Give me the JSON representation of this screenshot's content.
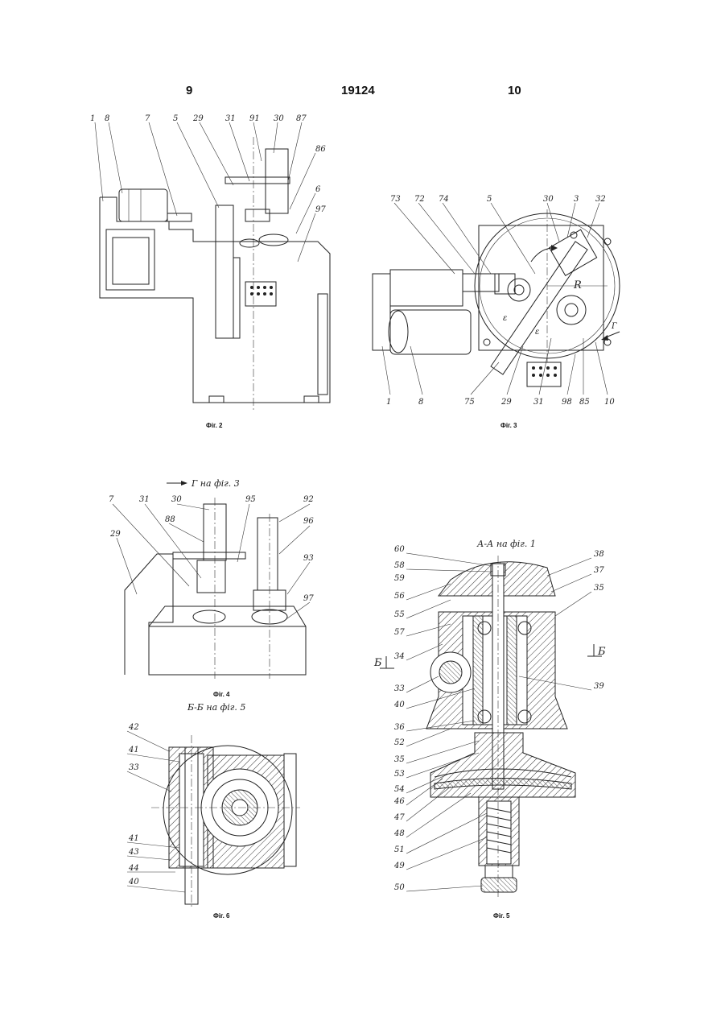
{
  "header": {
    "page_left": "9",
    "patent_number": "19124",
    "page_right": "10"
  },
  "fig2": {
    "caption": "Фіг. 2",
    "labels": [
      "1",
      "8",
      "7",
      "5",
      "29",
      "31",
      "91",
      "30",
      "87",
      "86",
      "6",
      "97"
    ]
  },
  "fig3": {
    "caption": "Фіг. 3",
    "labels": [
      "73",
      "72",
      "74",
      "5",
      "30",
      "3",
      "32",
      "R",
      "ε",
      "ε",
      "Г",
      "1",
      "8",
      "75",
      "29",
      "31",
      "98",
      "85",
      "10"
    ]
  },
  "fig4": {
    "caption": "Фіг. 4",
    "view_note": "Г на фіг. 3",
    "labels": [
      "7",
      "31",
      "30",
      "95",
      "92",
      "96",
      "88",
      "29",
      "93",
      "97"
    ]
  },
  "fig5": {
    "caption": "Фіг. 5",
    "section_title": "А-А на фіг. 1",
    "section_marks": [
      "Б",
      "Б"
    ],
    "labels": [
      "60",
      "58",
      "59",
      "56",
      "55",
      "57",
      "34",
      "33",
      "40",
      "36",
      "52",
      "35",
      "53",
      "54",
      "46",
      "47",
      "48",
      "51",
      "49",
      "50",
      "38",
      "37",
      "35",
      "39"
    ]
  },
  "fig6": {
    "caption": "Фіг. 6",
    "section_title": "Б-Б на фіг. 5",
    "labels": [
      "42",
      "41",
      "33",
      "41",
      "43",
      "44",
      "40"
    ]
  },
  "colors": {
    "ink": "#222222",
    "paper": "#ffffff"
  }
}
